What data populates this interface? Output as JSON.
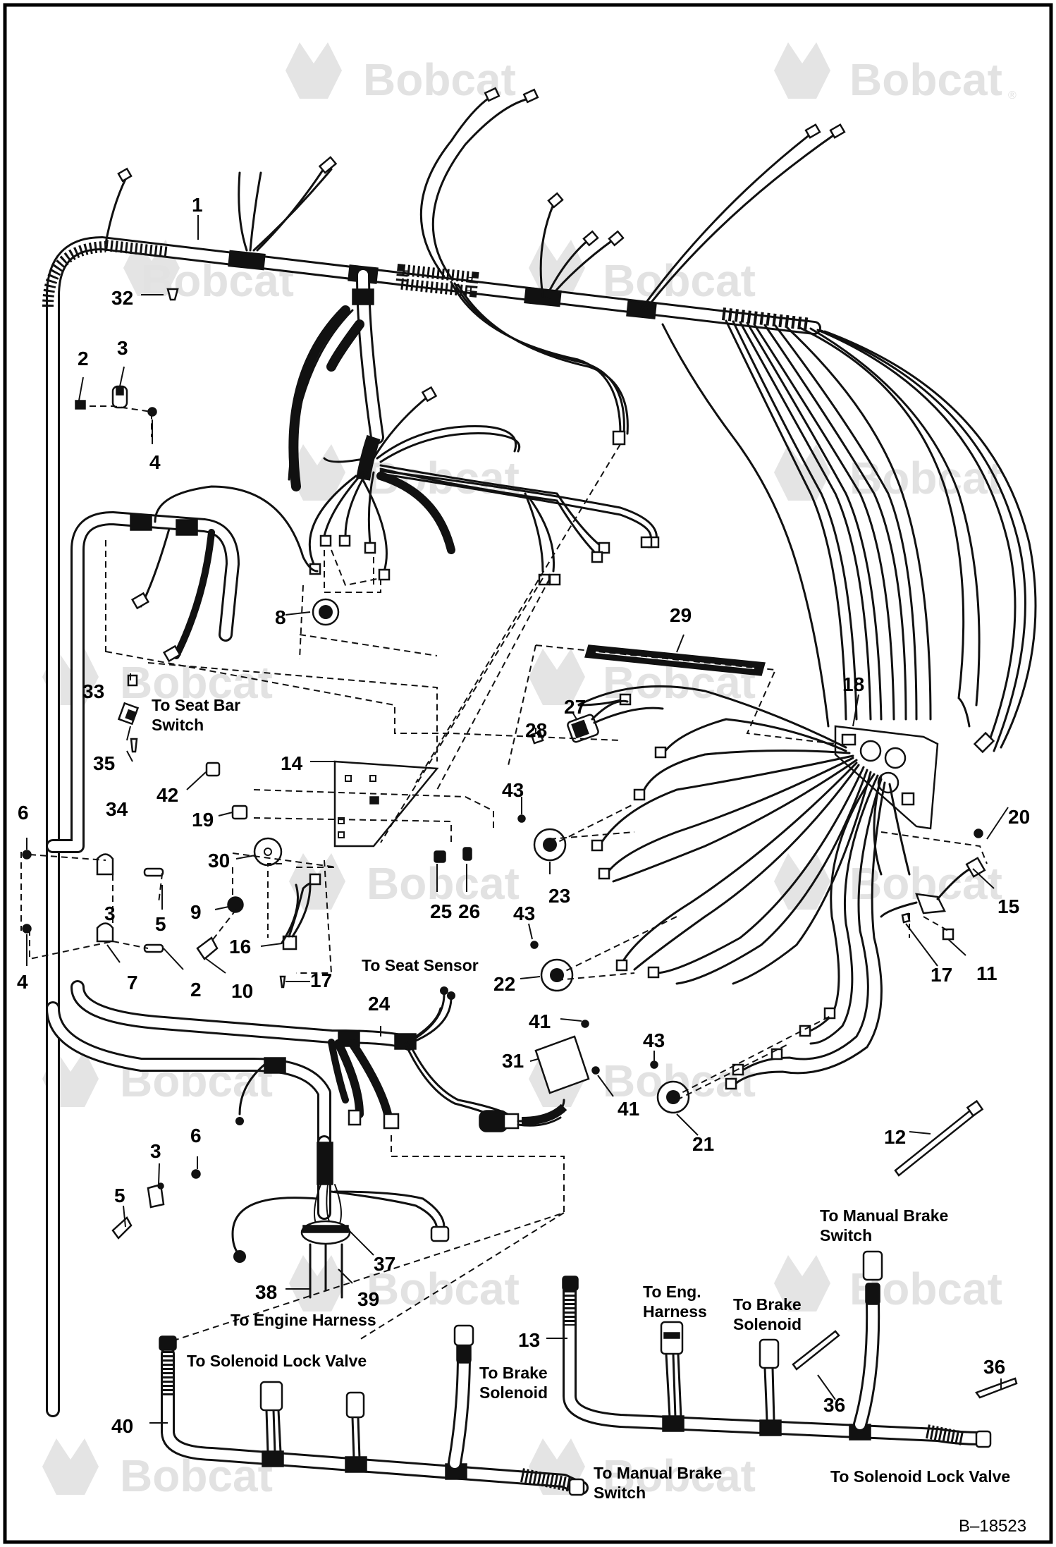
{
  "document": {
    "reference_code": "B–18523",
    "watermark": "Bobcat",
    "watermark_mark": "®"
  },
  "labels": {
    "to_seat_bar_switch_1": "To Seat Bar",
    "to_seat_bar_switch_2": "Switch",
    "to_seat_sensor": "To Seat Sensor",
    "to_engine_harness": "To Engine Harness",
    "to_solenoid_lock_valve_left": "To Solenoid Lock Valve",
    "to_brake_solenoid_left_1": "To Brake",
    "to_brake_solenoid_left_2": "Solenoid",
    "to_manual_brake_switch_bottom_1": "To Manual Brake",
    "to_manual_brake_switch_bottom_2": "Switch",
    "to_manual_brake_switch_top_1": "To Manual Brake",
    "to_manual_brake_switch_top_2": "Switch",
    "to_eng_harness_1": "To Eng.",
    "to_eng_harness_2": "Harness",
    "to_brake_solenoid_right_1": "To Brake",
    "to_brake_solenoid_right_2": "Solenoid",
    "to_solenoid_lock_valve_right": "To Solenoid Lock Valve"
  },
  "callouts": {
    "c1": "1",
    "c2a": "2",
    "c2b": "2",
    "c3a": "3",
    "c3b": "3",
    "c3c": "3",
    "c4a": "4",
    "c4b": "4",
    "c5a": "5",
    "c5b": "5",
    "c6a": "6",
    "c6b": "6",
    "c7": "7",
    "c8": "8",
    "c9": "9",
    "c10": "10",
    "c11": "11",
    "c12": "12",
    "c13": "13",
    "c14": "14",
    "c15": "15",
    "c16": "16",
    "c17a": "17",
    "c17b": "17",
    "c18": "18",
    "c19": "19",
    "c20": "20",
    "c21": "21",
    "c22": "22",
    "c23": "23",
    "c24": "24",
    "c25": "25",
    "c26": "26",
    "c27": "27",
    "c28": "28",
    "c29": "29",
    "c30": "30",
    "c31": "31",
    "c32": "32",
    "c33": "33",
    "c34": "34",
    "c35": "35",
    "c36a": "36",
    "c36b": "36",
    "c37": "37",
    "c38": "38",
    "c39": "39",
    "c40": "40",
    "c41a": "41",
    "c41b": "41",
    "c42": "42",
    "c43a": "43",
    "c43b": "43",
    "c43c": "43"
  }
}
